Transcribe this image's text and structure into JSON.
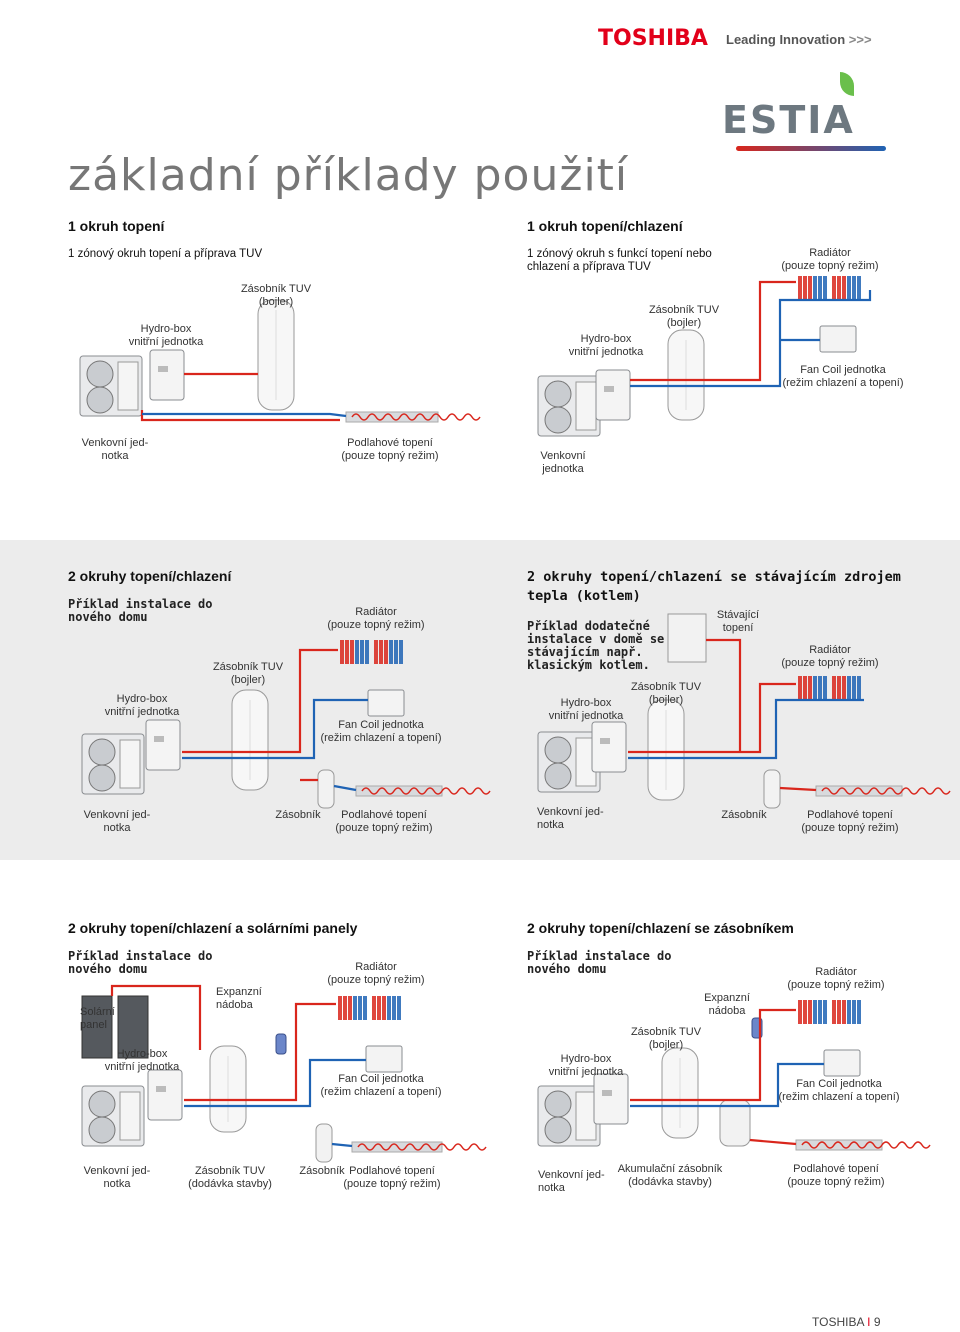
{
  "header": {
    "brand": "TOSHIBA",
    "tagline": "Leading Innovation",
    "tagline_arrows": ">>>",
    "product": "ESTIA",
    "accent_red": "#e2001a",
    "pipe_red": "#d9261c",
    "pipe_blue": "#1f63b4"
  },
  "page_title": "základní příklady použití",
  "sections": {
    "s1": {
      "title": "1 okruh topení",
      "subtitle": "1 zónový okruh topení a příprava TUV",
      "labels": {
        "tank": "Zásobník TUV\n(bojler)",
        "hydrobox": "Hydro-box\nvnitřní jednotka",
        "outdoor": "Venkovní jed-\nnotka",
        "floor": "Podlahové topení\n(pouze topný režim)"
      }
    },
    "s2": {
      "title": "1 okruh topení/chlazení",
      "subtitle": "1 zónový okruh s funkcí topení nebo\nchlazení a příprava TUV",
      "labels": {
        "radiator": "Radiátor\n(pouze topný režim)",
        "tank": "Zásobník TUV\n(bojler)",
        "hydrobox": "Hydro-box\nvnitřní jednotka",
        "fancoil": "Fan Coil jednotka\n(režim chlazení a topení)",
        "outdoor": "Venkovní\njednotka"
      }
    },
    "s3": {
      "title": "2 okruhy topení/chlazení",
      "subtitle": "Příklad instalace do\nnového domu",
      "labels": {
        "radiator": "Radiátor\n(pouze topný režim)",
        "tank": "Zásobník TUV\n(bojler)",
        "hydrobox": "Hydro-box\nvnitřní jednotka",
        "fancoil": "Fan Coil jednotka\n(režim chlazení a topení)",
        "outdoor": "Venkovní jed-\nnotka",
        "buffer": "Zásobník",
        "floor": "Podlahové topení\n(pouze topný režim)"
      }
    },
    "s4": {
      "title": "2 okruhy topení/chlazení se stávajícím zdrojem\ntepla (kotlem)",
      "subtitle": "Příklad dodatečné\ninstalace v domě se\nstávajícím např.\nklasickým kotlem.",
      "labels": {
        "boiler": "Stávající\ntopení",
        "radiator": "Radiátor\n(pouze topný režim)",
        "tank": "Zásobník TUV\n(bojler)",
        "hydrobox": "Hydro-box\nvnitřní jednotka",
        "outdoor": "Venkovní jed-\nnotka",
        "buffer": "Zásobník",
        "floor": "Podlahové topení\n(pouze topný režim)"
      }
    },
    "s5": {
      "title": "2 okruhy topení/chlazení a solárními panely",
      "subtitle": "Příklad instalace do\nnového domu",
      "labels": {
        "solar": "Solární\npanel",
        "expansion": "Expanzní\nnádoba",
        "radiator": "Radiátor\n(pouze topný režim)",
        "hydrobox": "Hydro-box\nvnitřní jednotka",
        "fancoil": "Fan Coil jednotka\n(režim chlazení a topení)",
        "outdoor": "Venkovní jed-\nnotka",
        "tank": "Zásobník TUV\n(dodávka stavby)",
        "buffer": "Zásobník",
        "floor": "Podlahové topení\n(pouze topný režim)"
      }
    },
    "s6": {
      "title": "2 okruhy topení/chlazení se zásobníkem",
      "subtitle": "Příklad instalace do\nnového domu",
      "labels": {
        "expansion": "Expanzní\nnádoba",
        "radiator": "Radiátor\n(pouze topný režim)",
        "tank": "Zásobník TUV\n(bojler)",
        "hydrobox": "Hydro-box\nvnitřní jednotka",
        "fancoil": "Fan Coil jednotka\n(režim chlazení a topení)",
        "outdoor": "Venkovní jed-\nnotka",
        "accumulator": "Akumulační zásobník\n(dodávka stavby)",
        "floor": "Podlahové topení\n(pouze topný režim)"
      }
    }
  },
  "footer": {
    "brand": "TOSHIBA",
    "separator": "I",
    "page": "9"
  }
}
